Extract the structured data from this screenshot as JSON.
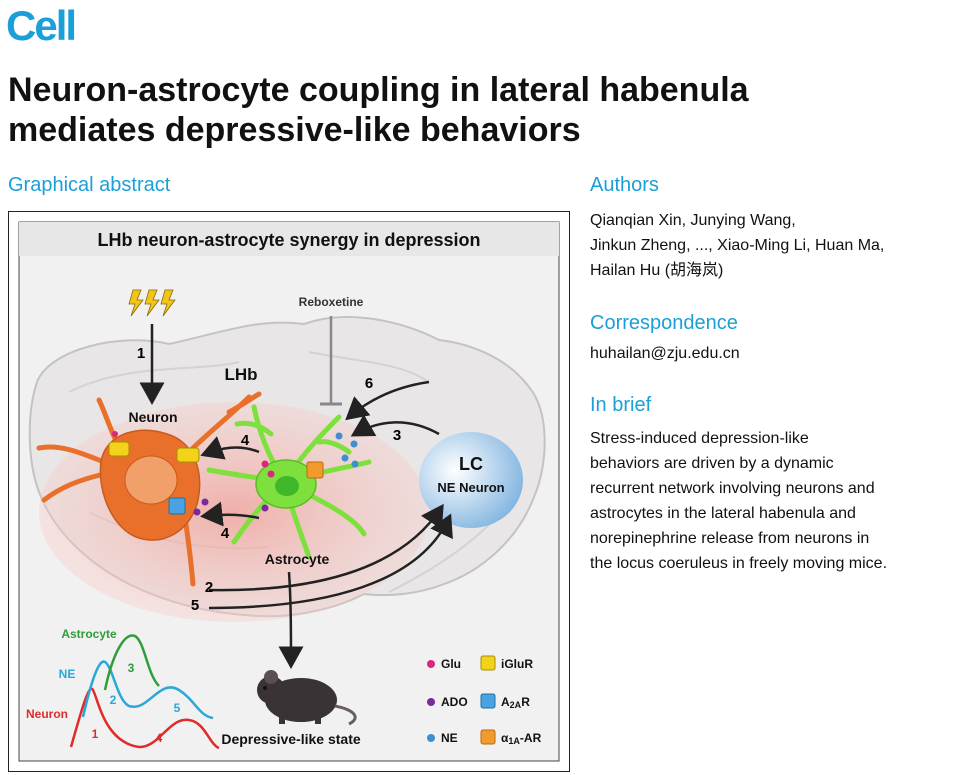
{
  "journal": "Cell",
  "title": {
    "line1": "Neuron-astrocyte coupling in lateral habenula",
    "line2": "mediates depressive-like behaviors"
  },
  "graphical_abstract": {
    "heading": "Graphical abstract",
    "panel_title": "LHb neuron-astrocyte synergy in depression",
    "labels": {
      "drug": "Reboxetine",
      "region": "LHb",
      "neuron": "Neuron",
      "astrocyte": "Astrocyte",
      "lc_short": "LC",
      "lc_full": "NE Neuron",
      "outcome": "Depressive-like state"
    },
    "steps": [
      "1",
      "2",
      "3",
      "4",
      "4",
      "5",
      "6"
    ],
    "legend": {
      "glu": "Glu",
      "igluR": "iGluR",
      "ado": "ADO",
      "a2ar_main": "A",
      "a2ar_sub": "2A",
      "a2ar_tail": "R",
      "ne": "NE",
      "a1ar_greek": "α",
      "a1ar_sub": "1A",
      "a1ar_tail": "-AR"
    },
    "traces": {
      "astrocyte": "Astrocyte",
      "ne": "NE",
      "neuron": "Neuron",
      "n1": "1",
      "n2": "2",
      "n3": "3",
      "n4": "4",
      "n5": "5"
    },
    "colors": {
      "neuron": "#e8702a",
      "astrocyte": "#7ee03c",
      "glu": "#d9267f",
      "ado": "#7a2a9a",
      "ne": "#3d8fd0",
      "lhb_glow": "#f4b5b0",
      "lc": "#8fbde4",
      "trace_astrocyte": "#2f9d3a",
      "trace_ne": "#2aa8d8",
      "trace_neuron": "#e12b2b"
    }
  },
  "authors": {
    "heading": "Authors",
    "line1": "Qianqian Xin, Junying Wang,",
    "line2": "Jinkun Zheng, ..., Xiao-Ming Li, Huan Ma,",
    "line3": "Hailan Hu (胡海岚)"
  },
  "correspondence": {
    "heading": "Correspondence",
    "email": "huhailan@zju.edu.cn"
  },
  "in_brief": {
    "heading": "In brief",
    "lines": [
      "Stress-induced depression-like",
      "behaviors are driven by a dynamic",
      "recurrent network involving neurons and",
      "astrocytes in the lateral habenula and",
      "norepinephrine release from neurons in",
      "the locus coeruleus in freely moving mice."
    ]
  }
}
